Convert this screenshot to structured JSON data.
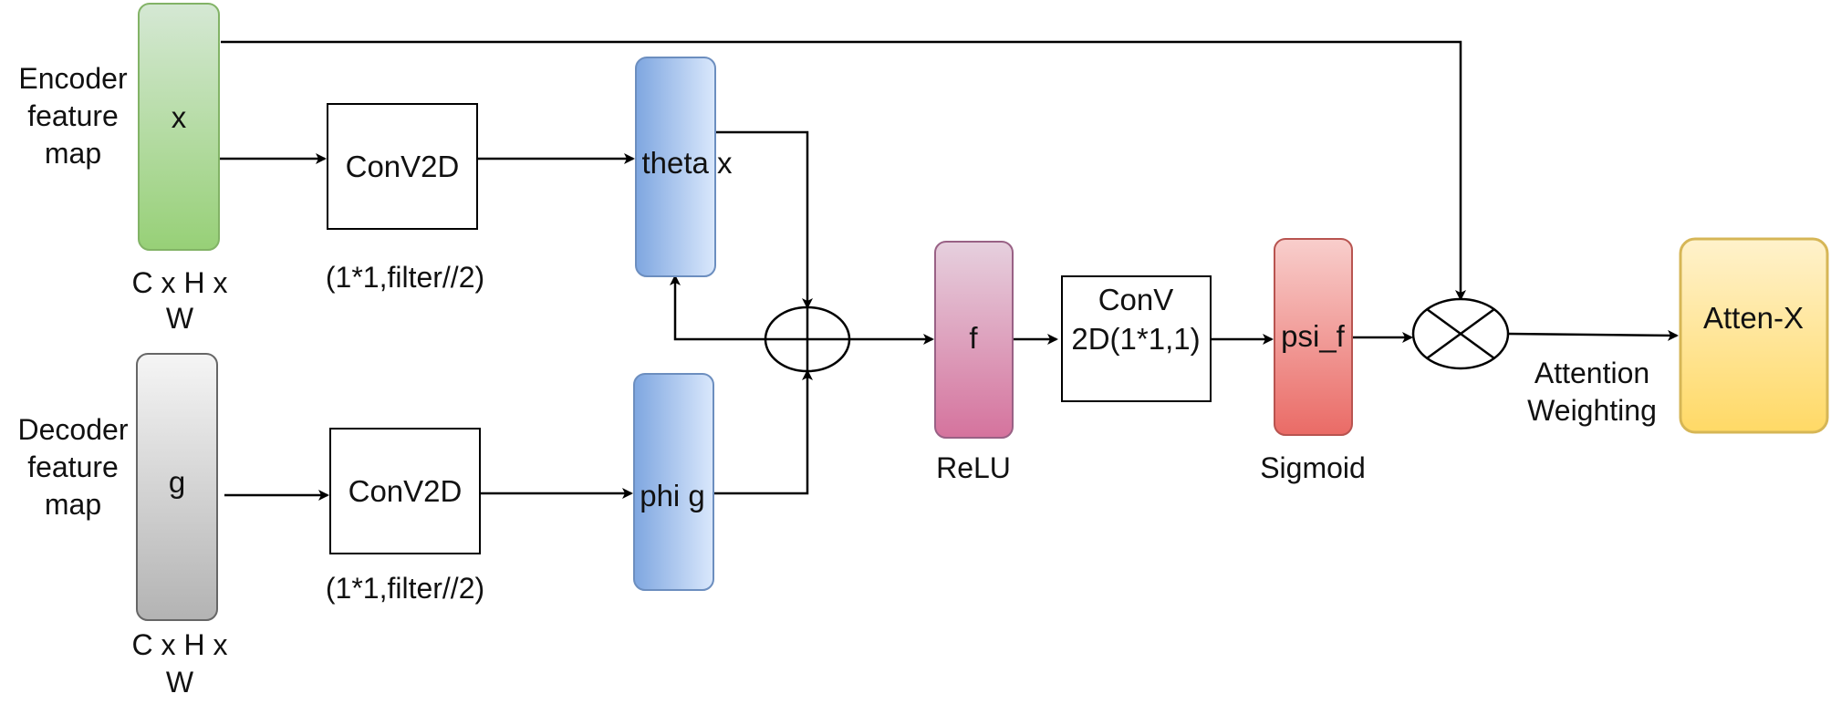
{
  "nodes": {
    "x": {
      "text": "x"
    },
    "g": {
      "text": "g"
    },
    "conv_x": {
      "text": "ConV2D"
    },
    "conv_g": {
      "text": "ConV2D"
    },
    "theta": {
      "text": "theta x"
    },
    "phi": {
      "text": "phi g"
    },
    "f": {
      "text": "f"
    },
    "conv_f": {
      "line1": "ConV",
      "line2": "2D(1*1,1)"
    },
    "psi": {
      "text": "psi_f"
    },
    "atten": {
      "text": "Atten-X"
    }
  },
  "labels": {
    "encoder": [
      "Encoder",
      "feature",
      "map"
    ],
    "decoder": [
      "Decoder",
      "feature",
      "map"
    ],
    "x_dims": [
      "C x H x",
      "W"
    ],
    "g_dims": [
      "C x H x",
      "W"
    ],
    "conv_x_params": "(1*1,filter//2)",
    "conv_g_params": "(1*1,filter//2)",
    "relu": "ReLU",
    "sigmoid": "Sigmoid",
    "attention": [
      "Attention",
      "Weighting"
    ]
  },
  "colors": {
    "x_fill_top": "#d5e8d4",
    "x_fill_bottom": "#97d077",
    "x_stroke": "#82b366",
    "g_fill_top": "#f5f5f5",
    "g_fill_bottom": "#b3b3b3",
    "g_stroke": "#666666",
    "blue_fill_left": "#7ea6e0",
    "blue_fill_right": "#dae8fc",
    "blue_stroke": "#6c8ebf",
    "f_fill_top": "#e6d0de",
    "f_fill_bottom": "#d5739d",
    "f_stroke": "#996185",
    "psi_fill_top": "#f8cecc",
    "psi_fill_bottom": "#ea6b66",
    "psi_stroke": "#b85450",
    "atten_fill_top": "#fff2cc",
    "atten_fill_bottom": "#ffd966",
    "atten_stroke": "#d6b656"
  }
}
